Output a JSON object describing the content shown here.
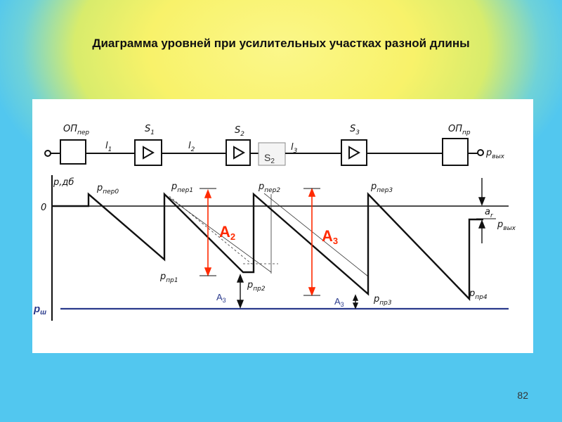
{
  "slide": {
    "title": "Диаграмма уровней при  усилительных участках разной длины",
    "page_number": "82"
  },
  "colors": {
    "accent_red": "#ff2a00",
    "accent_blue": "#2a3a8c",
    "line_black": "#111111"
  },
  "scheme": {
    "op_per": "ОП",
    "op_per_sub": "пер",
    "s1": "S",
    "s1_sub": "1",
    "s2": "S",
    "s2_sub": "2",
    "s3": "S",
    "s3_sub": "3",
    "l1": "l",
    "l1_sub": "1",
    "l2": "l",
    "l2_sub": "2",
    "l3": "l",
    "l3_sub": "3",
    "op_pr": "ОП",
    "op_pr_sub": "пр",
    "p_out": "р",
    "p_out_sub": "вых",
    "s2_box_main": "S",
    "s2_box_sub": "2"
  },
  "diagram": {
    "y_axis_label": "р,дб",
    "zero_label": "0",
    "p_per0": "р",
    "p_per0_sub": "пер0",
    "p_per1": "р",
    "p_per1_sub": "пер1",
    "p_per2": "р",
    "p_per2_sub": "пер2",
    "p_per3": "р",
    "p_per3_sub": "пер3",
    "p_pr1": "р",
    "p_pr1_sub": "пр1",
    "p_pr2": "р",
    "p_pr2_sub": "пр2",
    "p_pr3": "р",
    "p_pr3_sub": "пр3",
    "p_pr4": "р",
    "p_pr4_sub": "пр4",
    "a_r": "а",
    "a_r_sub": "r",
    "p_vyh": "р",
    "p_vyh_sub": "вых",
    "A2_main": "А",
    "A2_sub": "2",
    "A3_main": "А",
    "A3_sub": "3",
    "A3_small_1_main": "А",
    "A3_small_1_sub": "3",
    "A3_small_2_main": "А",
    "A3_small_2_sub": "3",
    "p_sh_main": "р",
    "p_sh_sub": "ш"
  }
}
